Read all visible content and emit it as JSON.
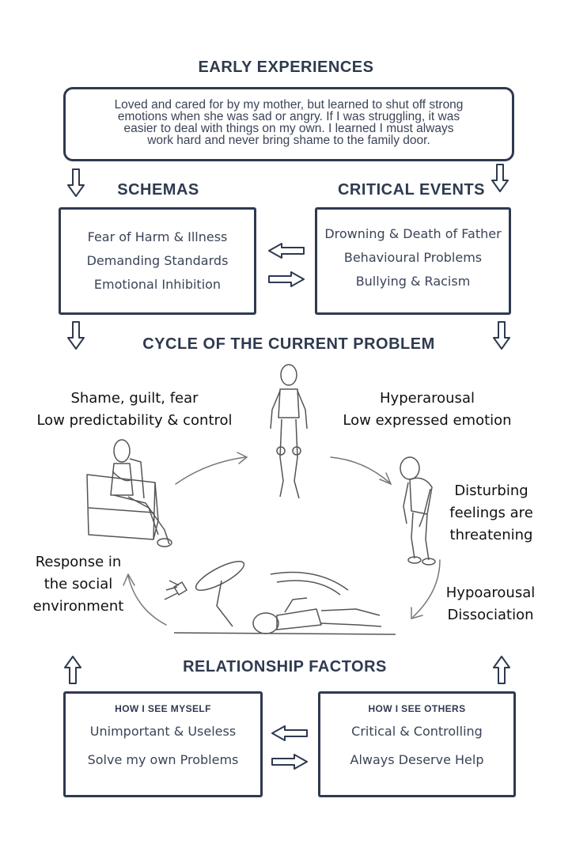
{
  "early": {
    "title": "EARLY EXPERIENCES",
    "text_lines": [
      "Loved and cared for by my mother, but learned to shut off strong",
      "emotions when she was sad or angry. If I was struggling, it was",
      "easier to deal with things on my own. I learned I must always",
      "work hard and never bring shame to the family door."
    ]
  },
  "schemas": {
    "title": "SCHEMAS",
    "items": [
      "Fear of Harm & Illness",
      "Demanding Standards",
      "Emotional Inhibition"
    ]
  },
  "critical_events": {
    "title": "CRITICAL EVENTS",
    "items": [
      "Drowning & Death of Father",
      "Behavioural Problems",
      "Bullying  & Racism"
    ]
  },
  "cycle": {
    "title": "CYCLE OF THE CURRENT PROBLEM",
    "top_left": [
      "Shame, guilt, fear",
      "Low predictability & control"
    ],
    "top_right": [
      "Hyperarousal",
      "Low expressed emotion"
    ],
    "right": [
      "Disturbing",
      "feelings are",
      "threatening"
    ],
    "bottom_right": [
      "Hypoarousal",
      "Dissociation"
    ],
    "left": [
      "Response in",
      "the social",
      "environment"
    ]
  },
  "relationship": {
    "title": "RELATIONSHIP FACTORS",
    "self": {
      "title": "HOW I SEE MYSELF",
      "items": [
        "Unimportant & Useless",
        "Solve my own Problems"
      ]
    },
    "others": {
      "title": "HOW I SEE OTHERS",
      "items": [
        "Critical & Controlling",
        "Always Deserve Help"
      ]
    }
  },
  "colors": {
    "ink": "#2e3a4f",
    "text": "#3a4457",
    "sketch": "#555555"
  }
}
